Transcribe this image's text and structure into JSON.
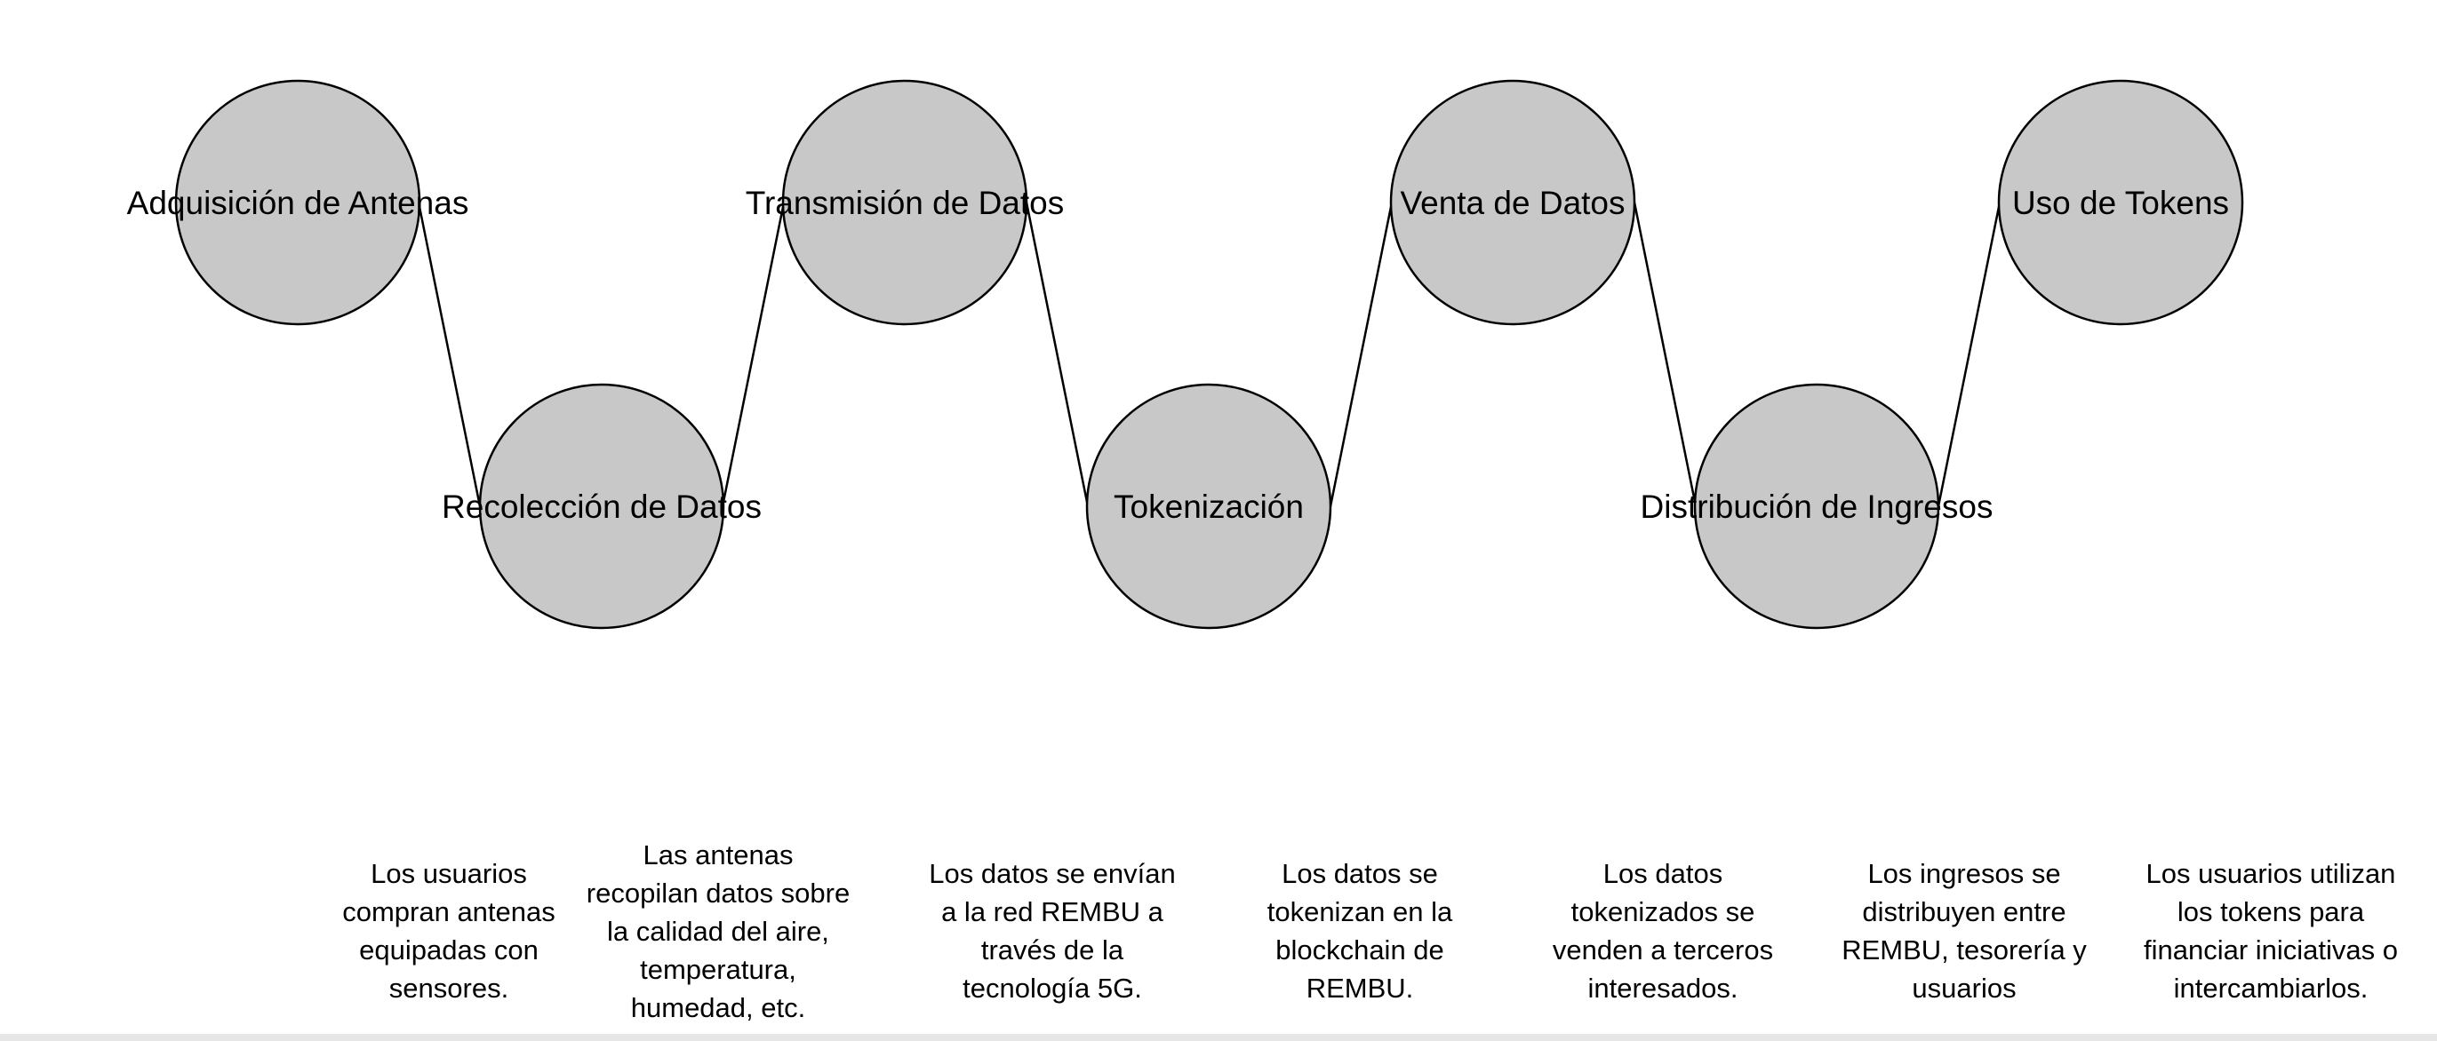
{
  "colors": {
    "node_fill": "#c8c8c8",
    "node_stroke": "#000000",
    "connector": "#000000",
    "text": "#000000"
  },
  "nodes": [
    {
      "label": "Adquisición de Antenas"
    },
    {
      "label": "Recolección de Datos"
    },
    {
      "label": "Transmisión de Datos"
    },
    {
      "label": "Tokenización"
    },
    {
      "label": "Venta de Datos"
    },
    {
      "label": "Distribución de Ingresos"
    },
    {
      "label": "Uso de Tokens"
    }
  ],
  "descriptions": [
    "Los usuarios\ncompran antenas\nequipadas con\nsensores.",
    "Las antenas\nrecopilan datos sobre\nla calidad del aire,\ntemperatura,\nhumedad, etc.",
    "Los datos se envían\na la red REMBU a\ntravés de la\ntecnología 5G.",
    "Los datos se\ntokenizan en la\nblockchain de\nREMBU.",
    "Los datos\ntokenizados se\nvenden a terceros\ninteresados.",
    "Los ingresos se\ndistribuyen entre\nREMBU, tesorería y\nusuarios",
    "Los usuarios utilizan\nlos tokens para\nfinanciar iniciativas o\nintercambiarlos."
  ]
}
